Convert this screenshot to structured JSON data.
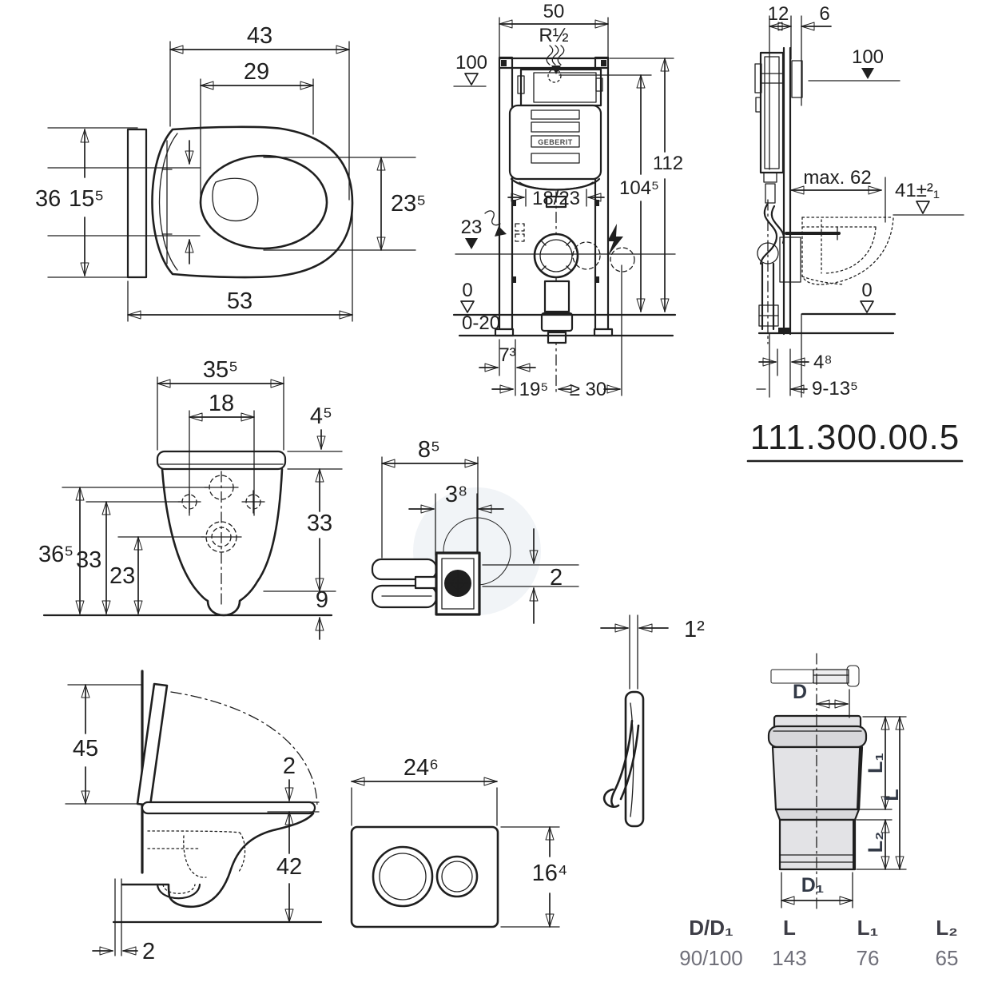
{
  "product_code": "111.300.00.5",
  "views": {
    "bowl_top": {
      "width_top": "43",
      "width_opening": "29",
      "depth_total": "36",
      "depth_mount": "15⁵",
      "opening_depth": "23⁵",
      "length_total": "53"
    },
    "frame_front": {
      "width": "50",
      "water_conn": "R½",
      "level_100": "100",
      "height_total": "112",
      "height_inner": "104⁵",
      "outlet_offset": "18/23",
      "level_23": "23",
      "level_0": "0",
      "floor_range": "0-20",
      "offset_foot": "7³",
      "offset_outlet": "19⁵",
      "offset_wall": "≥ 30",
      "brand": "GEBERIT"
    },
    "frame_side": {
      "depth_frame": "12",
      "depth_front": "6",
      "level_100": "100",
      "max_depth": "max. 62",
      "height_tol": "41±²₁",
      "level_0": "0",
      "offset_48": "4⁸",
      "wall_range": "9-13⁵"
    },
    "bowl_rear": {
      "width": "35⁵",
      "hole_spacing": "18",
      "rim_height": "4⁵",
      "height_right": "33",
      "height_total": "36⁵",
      "height_left": "33",
      "height_low": "23",
      "height_bottom": "9"
    },
    "bracket": {
      "width": "8⁵",
      "depth": "3⁸",
      "thickness": "2"
    },
    "plate_side": {
      "thickness": "1²"
    },
    "bowl_side": {
      "lid_height": "45",
      "seat_gap": "2",
      "bowl_height": "42",
      "wall_gap": "2"
    },
    "plate_front": {
      "width": "24⁶",
      "height": "16⁴"
    },
    "pipe": {
      "d": "D",
      "l1": "L₁",
      "l": "L",
      "l2": "L₂",
      "d1": "D₁"
    }
  },
  "table": {
    "headers": [
      "D/D₁",
      "L",
      "L₁",
      "L₂"
    ],
    "values": [
      "90/100",
      "143",
      "76",
      "65"
    ]
  }
}
